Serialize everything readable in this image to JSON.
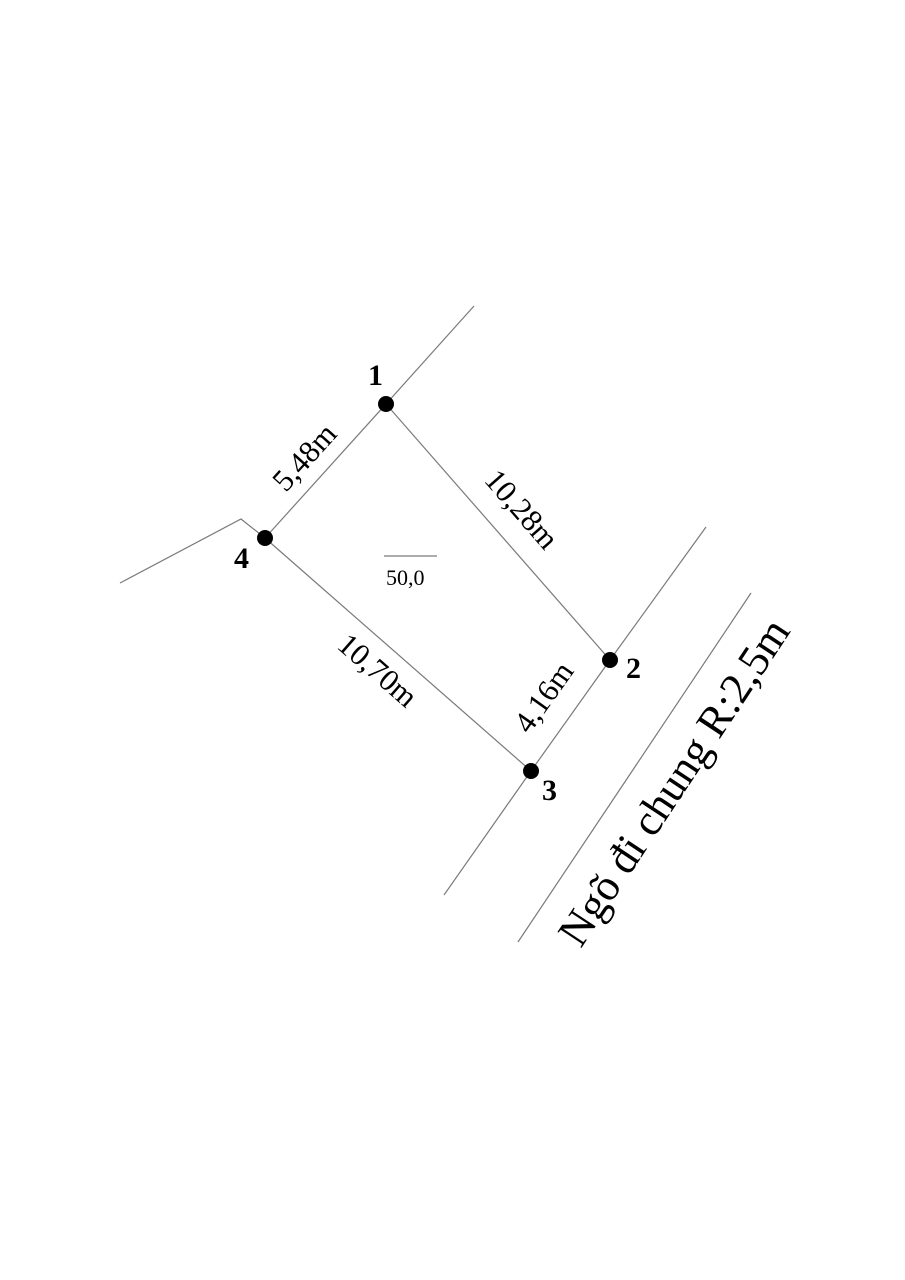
{
  "points": [
    {
      "id": "p1",
      "label": "1"
    },
    {
      "id": "p2",
      "label": "2"
    },
    {
      "id": "p3",
      "label": "3"
    },
    {
      "id": "p4",
      "label": "4"
    }
  ],
  "edges": {
    "e12": "10,28m",
    "e23": "4,16m",
    "e34": "10,70m",
    "e41": "5,48m"
  },
  "area": "50,0",
  "road": "Ngõ đi chung R:2,5m"
}
